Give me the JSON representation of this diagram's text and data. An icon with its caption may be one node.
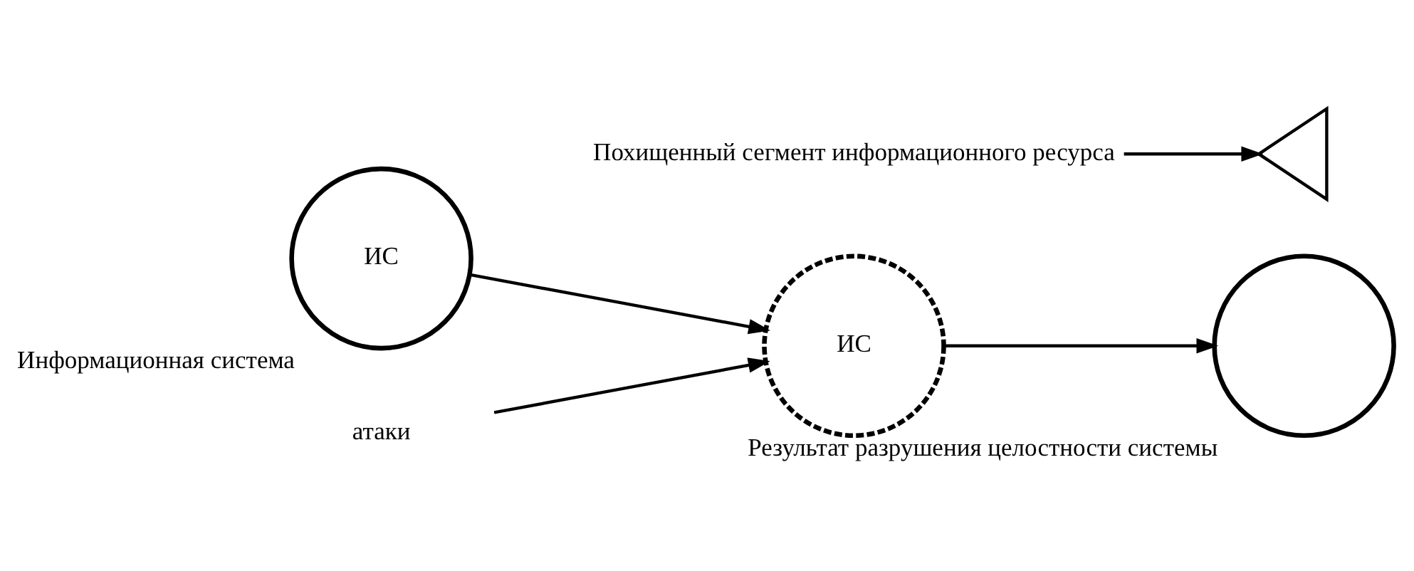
{
  "diagram": {
    "nodes": [
      {
        "text": [
          "ИС"
        ],
        "beside": [
          "Информационная система"
        ]
      },
      {
        "text": [
          "ИС"
        ]
      },
      {
        "text": [],
        "shape": "circle",
        "beside": [
          "Результат разрушения целостности системы"
        ]
      },
      {
        "text": [],
        "shape": "wedge"
      },
      {
        "text": [
          "Похищенный сегмент информационного ресурса"
        ]
      },
      {
        "text": [
          "атаки"
        ]
      }
    ],
    "edges": [
      {
        "from": 0,
        "to": 1,
        "arrow": "to"
      },
      {
        "from": 1,
        "to": 2,
        "arrow": "to"
      },
      {
        "from": 4,
        "to": 3,
        "arrow": "to"
      },
      {
        "from": 5,
        "to": 1,
        "arrow": "to"
      }
    ]
  }
}
